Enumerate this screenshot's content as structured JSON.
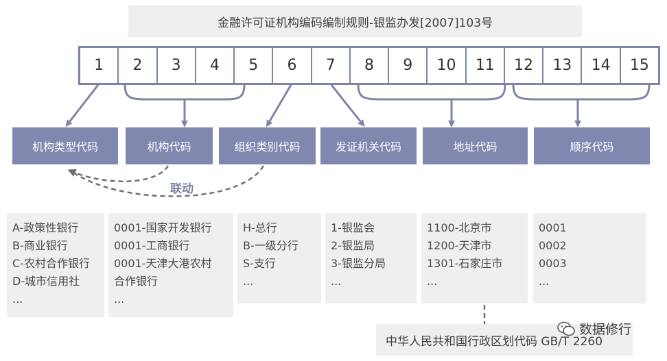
{
  "title": "金融许可证机构编码编制规则-银监办发[2007]103号",
  "digits": [
    "1",
    "2",
    "3",
    "4",
    "5",
    "6",
    "7",
    "8",
    "9",
    "10",
    "11",
    "12",
    "13",
    "14",
    "15"
  ],
  "categories": [
    "机构类型代码",
    "机构代码",
    "组织类别代码",
    "发证机关代码",
    "地址代码",
    "顺序代码"
  ],
  "link_label": "联动",
  "info": [
    [
      "A-政策性银行",
      "B-商业银行",
      "C-农村合作银行",
      "D-城市信用社",
      "..."
    ],
    [
      "0001-国家开发银行",
      "0001-工商银行",
      "0001-天津大港农村",
      "合作银行",
      "..."
    ],
    [
      "H-总行",
      "B-一级分行",
      "S-支行",
      "..."
    ],
    [
      "1-银监会",
      "2-银监局",
      "3-银监分局",
      "..."
    ],
    [
      "1100-北京市",
      "1200-天津市",
      "1301-石家庄市",
      "..."
    ],
    [
      "0001",
      "0002",
      "0003",
      "..."
    ]
  ],
  "gb_standard": "中华人民共和国行政区划代码 GB/T 2260",
  "watermark": "数据修行",
  "colors": {
    "accent": "#7d84a6",
    "box_fill": "#8088b0",
    "panel": "#efefef"
  },
  "icons": {
    "watermark": "wechat-icon"
  }
}
